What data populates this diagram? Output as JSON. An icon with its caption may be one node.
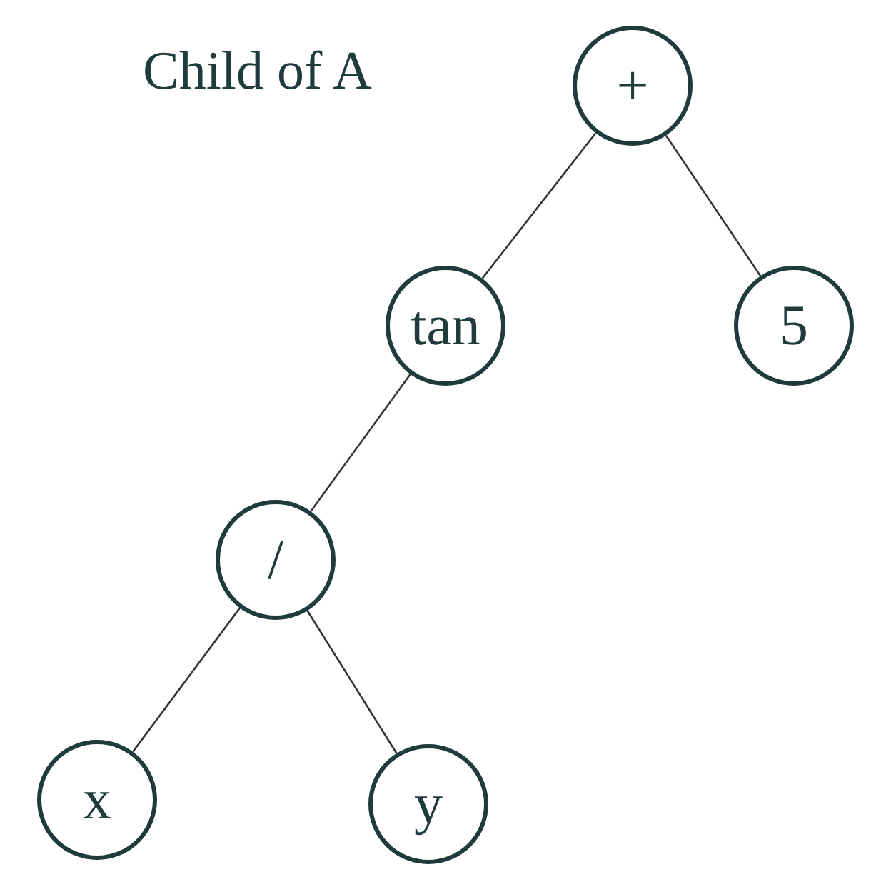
{
  "diagram": {
    "nodes": [
      {
        "text": [
          "+"
        ]
      },
      {
        "text": [
          "tan"
        ]
      },
      {
        "text": [
          "5"
        ]
      },
      {
        "text": [
          "/"
        ]
      },
      {
        "text": [
          "x"
        ]
      },
      {
        "text": [
          "y"
        ]
      }
    ],
    "edges": [
      {
        "from": 0,
        "to": 1,
        "arrow": "none"
      },
      {
        "from": 0,
        "to": 2,
        "arrow": "none"
      },
      {
        "from": 1,
        "to": 3,
        "arrow": "none"
      },
      {
        "from": 3,
        "to": 4,
        "arrow": "none"
      },
      {
        "from": 3,
        "to": 5,
        "arrow": "none"
      }
    ],
    "labels": [
      "Child of A"
    ]
  }
}
